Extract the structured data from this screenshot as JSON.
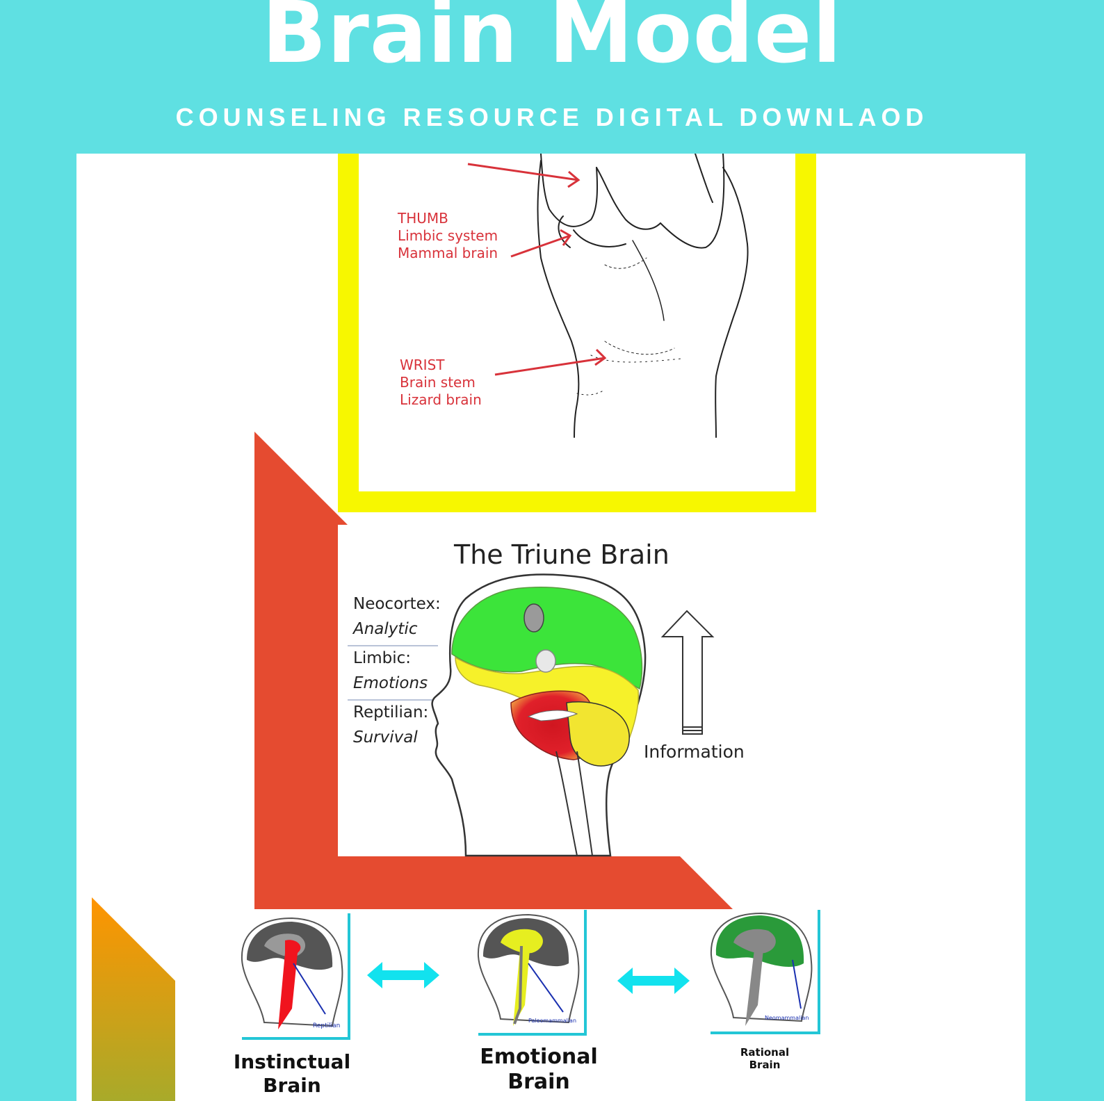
{
  "header": {
    "title": "Brain Model",
    "subtitle": "COUNSELING RESOURCE DIGITAL DOWNLAOD"
  },
  "colors": {
    "background": "#5fe0e2",
    "panel": "#ffffff",
    "frame_yellow": "#f7f700",
    "frame_red": "#e54b30",
    "frame_orange": "#ff9400",
    "label_red": "#d8323a",
    "arrow_cyan": "#12e2ee"
  },
  "hand_model": {
    "labels": [
      {
        "text": "THUMB\nLimbic system\nMammal brain"
      },
      {
        "text": "WRIST\nBrain stem\nLizard brain"
      }
    ]
  },
  "triune_brain": {
    "title": "The Triune Brain",
    "regions": [
      {
        "name": "Neocortex:",
        "role": "Analytic"
      },
      {
        "name": "Limbic:",
        "role": "Emotions"
      },
      {
        "name": "Reptilian:",
        "role": "Survival"
      }
    ],
    "arrow_label": "Information"
  },
  "three_brains": [
    {
      "label": "Instinctual Brain",
      "tag": "Reptilian"
    },
    {
      "label": "Emotional Brain",
      "tag": "Paleomammalian"
    },
    {
      "label": "Rational Brain",
      "tag": "Neomammalian"
    }
  ]
}
